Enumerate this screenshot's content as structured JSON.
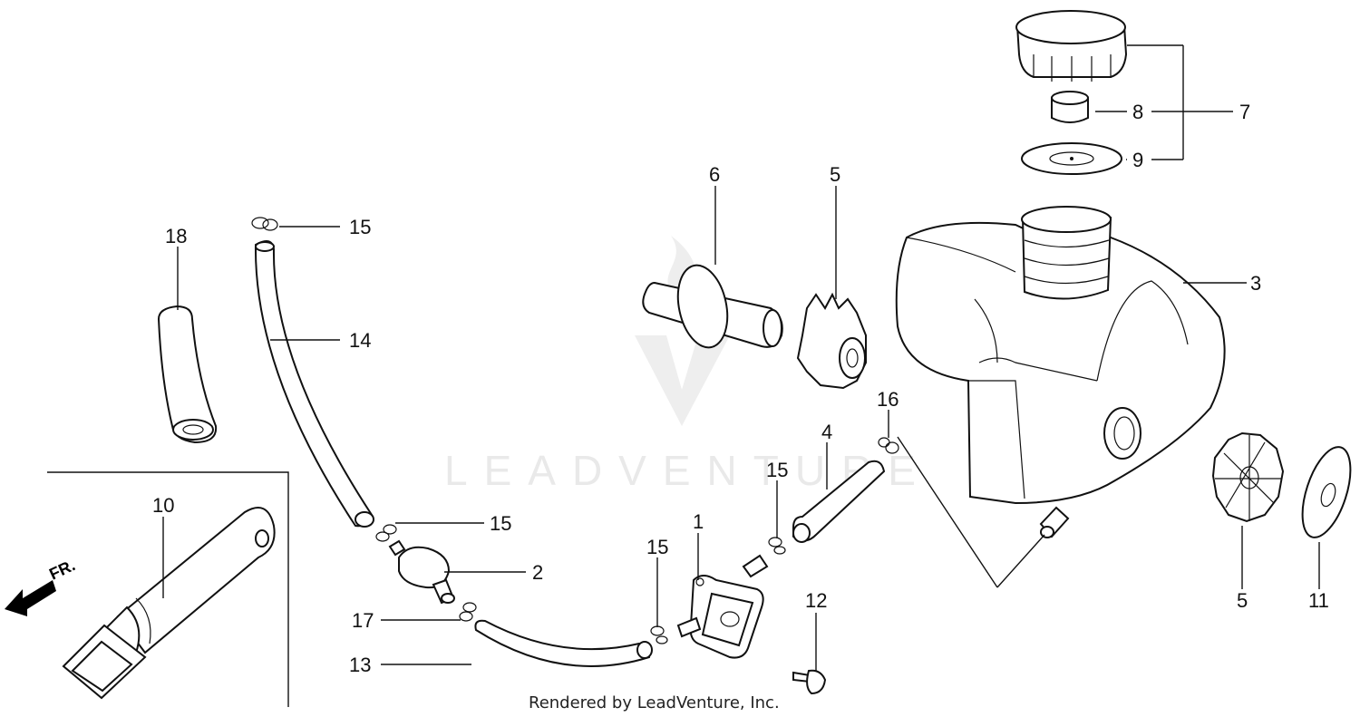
{
  "callouts": [
    "1",
    "2",
    "3",
    "4",
    "5",
    "5",
    "6",
    "7",
    "8",
    "9",
    "10",
    "11",
    "12",
    "13",
    "14",
    "15",
    "15",
    "15",
    "15",
    "16",
    "17",
    "18"
  ],
  "direction_label": "FR.",
  "watermark_text": "LEADVENTURE",
  "footer_text": "Rendered by LeadVenture, Inc.",
  "line_color": "#111111",
  "watermark_color": "#e9e9e9"
}
